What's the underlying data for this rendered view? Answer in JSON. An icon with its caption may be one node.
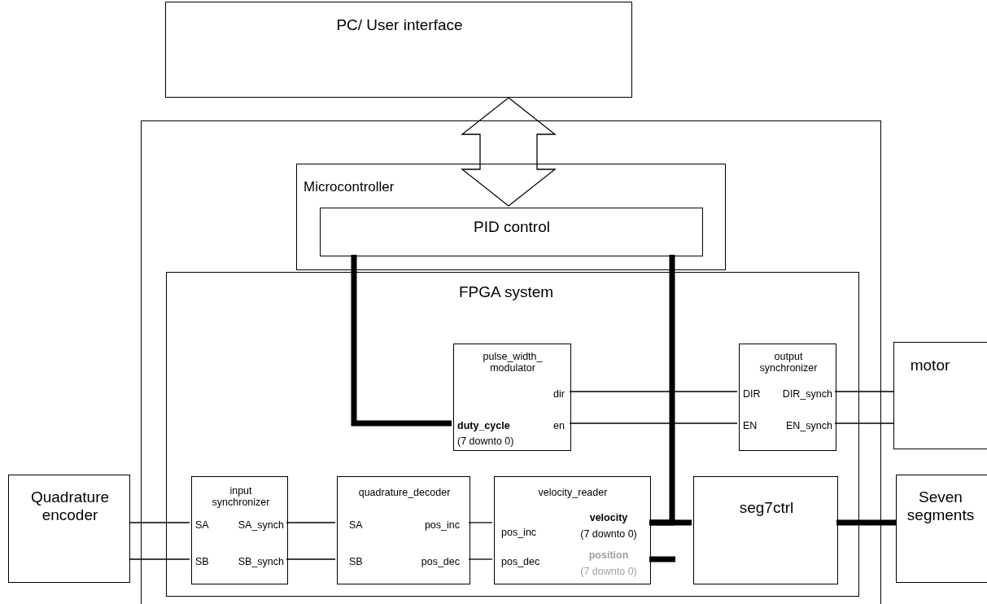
{
  "diagram": {
    "nodes": [
      {
        "text": [
          "PC/ User interface"
        ]
      },
      {
        "text": [],
        "shape": "box"
      },
      {
        "text": [
          "Microcontroller"
        ],
        "in": 1
      },
      {
        "text": [
          "PID control"
        ],
        "in": 2
      },
      {
        "text": [
          "FPGA system"
        ],
        "in": 1
      },
      {
        "text": [
          "pulse_width_ modulator",
          "dir",
          "duty_cycle",
          "(7 downto 0)",
          "en"
        ],
        "in": 4
      },
      {
        "text": [
          "output synchronizer",
          "DIR",
          "DIR_synch",
          "EN",
          "EN_synch"
        ],
        "in": 4
      },
      {
        "text": [
          "motor"
        ]
      },
      {
        "text": [
          "Quadrature encoder"
        ]
      },
      {
        "text": [
          "input synchronizer",
          "SA",
          "SA_synch",
          "SB",
          "SB_synch"
        ],
        "in": 4
      },
      {
        "text": [
          "quadrature_decoder",
          "SA",
          "pos_inc",
          "SB",
          "pos_dec"
        ],
        "in": 4
      },
      {
        "text": [
          "velocity_reader",
          "pos_inc",
          "velocity",
          "(7 downto 0)",
          "pos_dec",
          "position",
          "(7 downto 0)"
        ],
        "in": 4
      },
      {
        "text": [
          "seg7ctrl"
        ],
        "in": 4
      },
      {
        "text": [
          "Seven segments"
        ]
      }
    ],
    "edges": [
      {
        "from": 0,
        "to": 3,
        "arrow": "both"
      },
      {
        "from": 3,
        "to": 5,
        "arrow": "none",
        "style": "thick"
      },
      {
        "from": 11,
        "to": 3,
        "arrow": "none",
        "style": "thick"
      },
      {
        "from": 11,
        "to": 12,
        "arrow": "none",
        "style": "thick"
      },
      {
        "from": 11,
        "to": null,
        "arrow": "none",
        "style": "thick"
      },
      {
        "from": 5,
        "to": 6,
        "arrow": "none"
      },
      {
        "from": 5,
        "to": 6,
        "arrow": "none"
      },
      {
        "from": 6,
        "to": 7,
        "arrow": "none"
      },
      {
        "from": 6,
        "to": 7,
        "arrow": "none"
      },
      {
        "from": 8,
        "to": 9,
        "arrow": "none"
      },
      {
        "from": 8,
        "to": 9,
        "arrow": "none"
      },
      {
        "from": 9,
        "to": 10,
        "arrow": "none"
      },
      {
        "from": 9,
        "to": 10,
        "arrow": "none"
      },
      {
        "from": 10,
        "to": 11,
        "arrow": "none"
      },
      {
        "from": 10,
        "to": 11,
        "arrow": "none"
      },
      {
        "from": 12,
        "to": 13,
        "arrow": "none",
        "style": "thick"
      }
    ]
  }
}
